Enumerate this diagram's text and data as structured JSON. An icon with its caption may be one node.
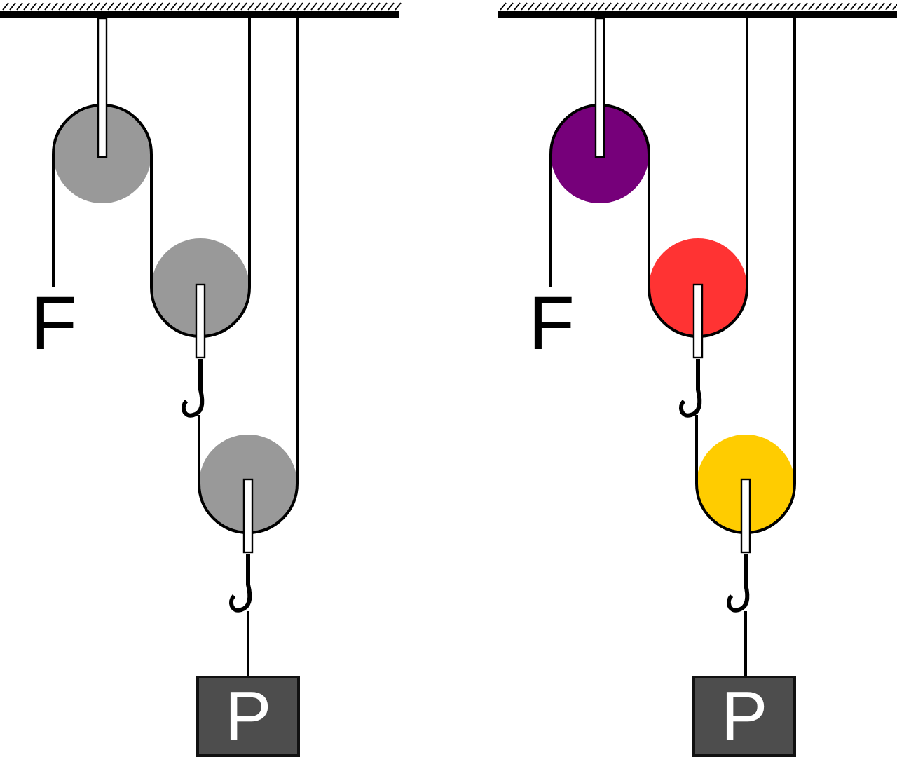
{
  "diagram": {
    "nodes": [
      {
        "text": [
          "P"
        ]
      },
      {
        "text": [
          "P"
        ]
      }
    ],
    "labels": [
      "F",
      "F"
    ]
  }
}
